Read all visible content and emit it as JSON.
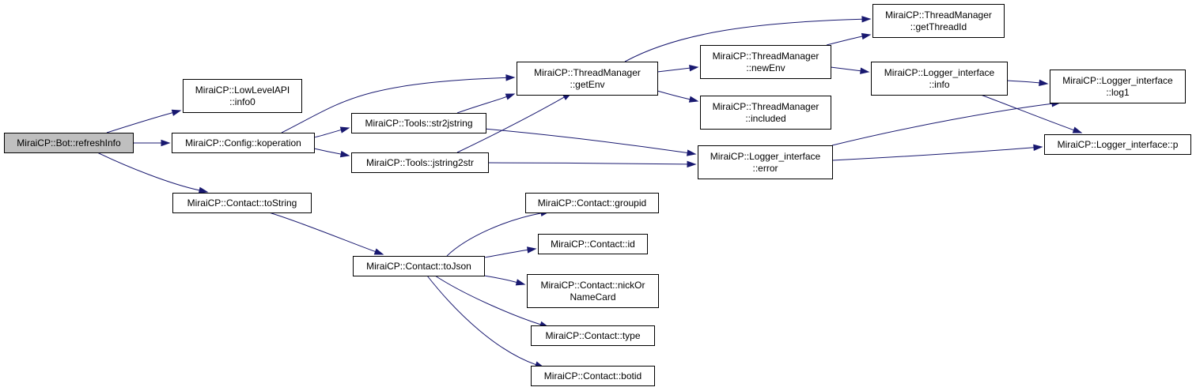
{
  "graph": {
    "nodes": [
      {
        "id": "root",
        "label": "MiraiCP::Bot::refreshInfo",
        "highlight": true
      },
      {
        "id": "info0",
        "label": "MiraiCP::LowLevelAPI\n::info0"
      },
      {
        "id": "koperation",
        "label": "MiraiCP::Config::koperation"
      },
      {
        "id": "toString",
        "label": "MiraiCP::Contact::toString"
      },
      {
        "id": "str2jstring",
        "label": "MiraiCP::Tools::str2jstring"
      },
      {
        "id": "jstring2str",
        "label": "MiraiCP::Tools::jstring2str"
      },
      {
        "id": "toJson",
        "label": "MiraiCP::Contact::toJson"
      },
      {
        "id": "getEnv",
        "label": "MiraiCP::ThreadManager\n::getEnv"
      },
      {
        "id": "loggerError",
        "label": "MiraiCP::Logger_interface\n::error"
      },
      {
        "id": "groupid",
        "label": "MiraiCP::Contact::groupid"
      },
      {
        "id": "cid",
        "label": "MiraiCP::Contact::id"
      },
      {
        "id": "nick",
        "label": "MiraiCP::Contact::nickOr\nNameCard"
      },
      {
        "id": "ctype",
        "label": "MiraiCP::Contact::type"
      },
      {
        "id": "botid",
        "label": "MiraiCP::Contact::botid"
      },
      {
        "id": "getThreadId",
        "label": "MiraiCP::ThreadManager\n::getThreadId"
      },
      {
        "id": "newEnv",
        "label": "MiraiCP::ThreadManager\n::newEnv"
      },
      {
        "id": "included",
        "label": "MiraiCP::ThreadManager\n::included"
      },
      {
        "id": "loggerInfo",
        "label": "MiraiCP::Logger_interface\n::info"
      },
      {
        "id": "log1",
        "label": "MiraiCP::Logger_interface\n::log1"
      },
      {
        "id": "loggerP",
        "label": "MiraiCP::Logger_interface::p"
      }
    ],
    "edges": [
      {
        "from": "root",
        "to": "info0"
      },
      {
        "from": "root",
        "to": "koperation"
      },
      {
        "from": "root",
        "to": "toString"
      },
      {
        "from": "koperation",
        "to": "getEnv"
      },
      {
        "from": "koperation",
        "to": "str2jstring"
      },
      {
        "from": "koperation",
        "to": "jstring2str"
      },
      {
        "from": "str2jstring",
        "to": "getEnv"
      },
      {
        "from": "str2jstring",
        "to": "loggerError"
      },
      {
        "from": "jstring2str",
        "to": "getEnv"
      },
      {
        "from": "jstring2str",
        "to": "loggerError"
      },
      {
        "from": "getEnv",
        "to": "getThreadId"
      },
      {
        "from": "getEnv",
        "to": "newEnv"
      },
      {
        "from": "getEnv",
        "to": "included"
      },
      {
        "from": "newEnv",
        "to": "getThreadId"
      },
      {
        "from": "newEnv",
        "to": "loggerInfo"
      },
      {
        "from": "loggerInfo",
        "to": "log1"
      },
      {
        "from": "loggerInfo",
        "to": "loggerP"
      },
      {
        "from": "loggerError",
        "to": "log1"
      },
      {
        "from": "loggerError",
        "to": "loggerP"
      },
      {
        "from": "toString",
        "to": "toJson"
      },
      {
        "from": "toJson",
        "to": "groupid"
      },
      {
        "from": "toJson",
        "to": "cid"
      },
      {
        "from": "toJson",
        "to": "nick"
      },
      {
        "from": "toJson",
        "to": "ctype"
      },
      {
        "from": "toJson",
        "to": "botid"
      }
    ]
  },
  "colors": {
    "edge": "#191970",
    "root_fill": "#bfbfbf",
    "node_fill": "#ffffff",
    "node_border": "#000000",
    "text": "#000000"
  }
}
